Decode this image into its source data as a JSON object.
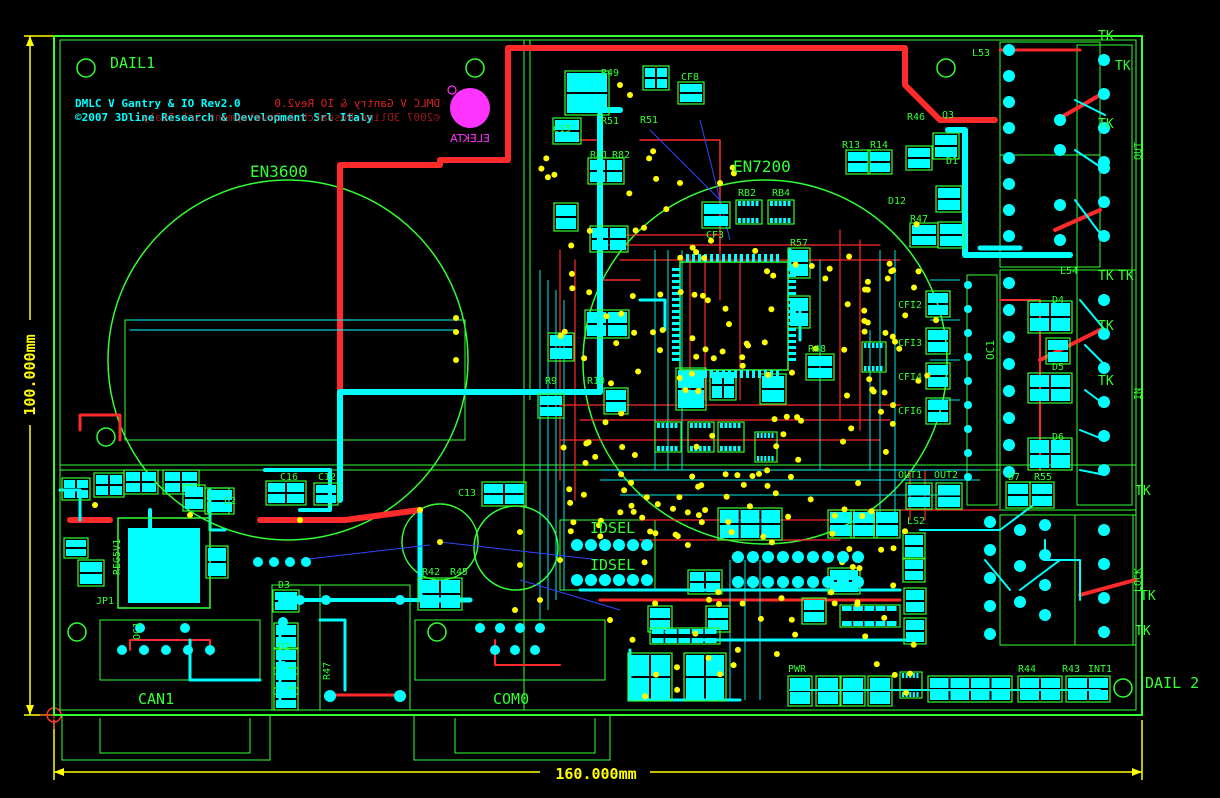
{
  "board": {
    "dim_height": "100.000mm",
    "dim_width": "160.000mm",
    "mark_left": "DAIL1",
    "mark_right": "DAIL 2",
    "title_line1": "DMLC V Gantry & IO Rev2.0",
    "title_line2": "©2007 3Dline Research & Development Srl Italy",
    "mirror_line1": "DMLC V Gantry & IO Rev2.0",
    "mirror_line2": "©2007 3Dline Research & Development Srl Italy",
    "logo_text": "ELEKTA",
    "motor_left": "EN3600",
    "motor_right": "EN7200"
  },
  "colors": {
    "background": "#000000",
    "outline": "#33ff33",
    "copper_top": "#00ffff",
    "copper_bottom": "#ff2a2a",
    "via": "#ffff00",
    "silk_text": "#33ff33",
    "logo": "#ff33ff",
    "dimension": "#ffff00"
  },
  "connectors": {
    "can": "CAN1",
    "com": "COM0",
    "out": "OUT",
    "in": "IN",
    "lock": "LOCK",
    "dip1": "IDSEL",
    "dip2": "IDSEL"
  },
  "components": [
    {
      "ref": "L53"
    },
    {
      "ref": "R46"
    },
    {
      "ref": "Q3"
    },
    {
      "ref": "D1"
    },
    {
      "ref": "R47"
    },
    {
      "ref": "D12"
    },
    {
      "ref": "R13"
    },
    {
      "ref": "R14"
    },
    {
      "ref": "C15"
    },
    {
      "ref": "R49"
    },
    {
      "ref": "CF8"
    },
    {
      "ref": "R51"
    },
    {
      "ref": "R9"
    },
    {
      "ref": "R10"
    },
    {
      "ref": "C13"
    },
    {
      "ref": "C12"
    },
    {
      "ref": "C16"
    },
    {
      "ref": "L2"
    },
    {
      "ref": "REG5V1"
    },
    {
      "ref": "D3"
    },
    {
      "ref": "D2"
    },
    {
      "ref": "R42"
    },
    {
      "ref": "R45"
    },
    {
      "ref": "PWR"
    },
    {
      "ref": "OC1"
    },
    {
      "ref": "CFI2"
    },
    {
      "ref": "CFI3"
    },
    {
      "ref": "CFI4"
    },
    {
      "ref": "CFI6"
    },
    {
      "ref": "L54"
    },
    {
      "ref": "D4"
    },
    {
      "ref": "D5"
    },
    {
      "ref": "D6"
    },
    {
      "ref": "D7"
    },
    {
      "ref": "R55"
    },
    {
      "ref": "OUT1"
    },
    {
      "ref": "OUT2"
    },
    {
      "ref": "LS2"
    },
    {
      "ref": "R43"
    },
    {
      "ref": "INT1"
    },
    {
      "ref": "RB2"
    },
    {
      "ref": "RB4"
    },
    {
      "ref": "CF3"
    },
    {
      "ref": "R57"
    },
    {
      "ref": "R48"
    },
    {
      "ref": "R51"
    },
    {
      "ref": "R81"
    },
    {
      "ref": "R82"
    },
    {
      "ref": "JP1"
    },
    {
      "ref": "R44"
    }
  ],
  "side_labels": [
    "TK",
    "TK",
    "TK",
    "TK",
    "TK",
    "TK",
    "TK",
    "TK",
    "TK",
    "TK"
  ]
}
